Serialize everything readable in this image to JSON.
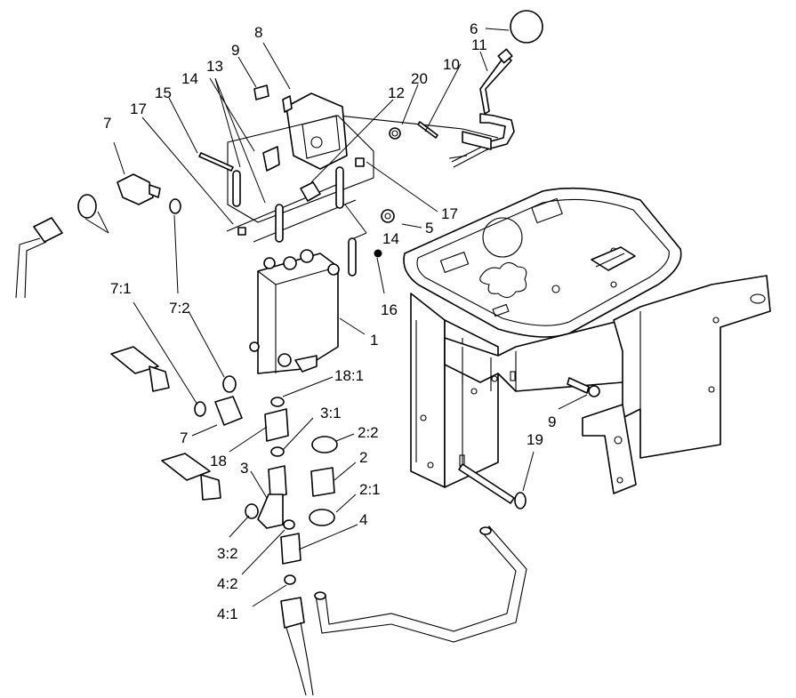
{
  "labels": {
    "l1": "1",
    "l2": "2",
    "l2_1": "2:1",
    "l2_2": "2:2",
    "l3": "3",
    "l3_1": "3:1",
    "l3_2": "3:2",
    "l4": "4",
    "l4_1": "4:1",
    "l4_2": "4:2",
    "l5": "5",
    "l6": "6",
    "l7a": "7",
    "l7b": "7",
    "l7_1": "7:1",
    "l7_2": "7:2",
    "l8": "8",
    "l9a": "9",
    "l9b": "9",
    "l10": "10",
    "l11": "11",
    "l12": "12",
    "l13": "13",
    "l14a": "14",
    "l14b": "14",
    "l15": "15",
    "l16": "16",
    "l17a": "17",
    "l17b": "17",
    "l18": "18",
    "l18_1": "18:1",
    "l19": "19",
    "l20": "20"
  }
}
